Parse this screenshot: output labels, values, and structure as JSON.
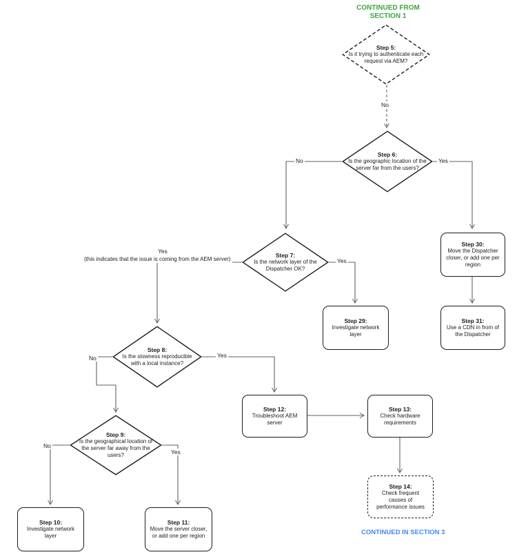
{
  "banners": {
    "top": "CONTINUED FROM SECTION 1",
    "bottom": "CONTINUED IN SECTION 3"
  },
  "colors": {
    "section_link_green": "#3fa43f",
    "section_link_blue": "#4285f4",
    "shape_border": "#1b1b1b",
    "connector": "#616161"
  },
  "nodes": {
    "step5": {
      "title": "Step 5:",
      "text": "Is it trying to authenticate each request via AEM?",
      "shape": "decision",
      "border": "dashed"
    },
    "step6": {
      "title": "Step 6:",
      "text": "Is the geographic location of the server far from the users?",
      "shape": "decision",
      "border": "solid"
    },
    "step7": {
      "title": "Step 7:",
      "text": "Is the network layer of the Dispatcher OK?",
      "shape": "decision",
      "border": "solid"
    },
    "step8": {
      "title": "Step 8:",
      "text": "Is the slowness reproducible with a local instance?",
      "shape": "decision",
      "border": "solid"
    },
    "step9": {
      "title": "Step 9:",
      "text": "Is the geographical location of the server far away from the users?",
      "shape": "decision",
      "border": "solid"
    },
    "step10": {
      "title": "Step 10:",
      "text": "Investigate network layer",
      "shape": "process",
      "border": "solid"
    },
    "step11": {
      "title": "Step 11:",
      "text": "Move the server closer, or add one per region",
      "shape": "process",
      "border": "solid"
    },
    "step12": {
      "title": "Step 12:",
      "text": "Troubleshoot AEM server",
      "shape": "process",
      "border": "solid"
    },
    "step13": {
      "title": "Step 13:",
      "text": "Check hardware requirements",
      "shape": "process",
      "border": "solid"
    },
    "step14": {
      "title": "Step 14:",
      "text": "Check frequent causes of performance issues",
      "shape": "process",
      "border": "dashed"
    },
    "step29": {
      "title": "Step 29:",
      "text": "Investigate network layer",
      "shape": "process",
      "border": "solid"
    },
    "step30": {
      "title": "Step 30:",
      "text": "Move the Dispatcher closer, or add one per region",
      "shape": "process",
      "border": "solid"
    },
    "step31": {
      "title": "Step 31:",
      "text": "Use a CDN in from of the Dispatcher",
      "shape": "process",
      "border": "solid"
    }
  },
  "edges": {
    "step5_to_step6": {
      "label": "No"
    },
    "step6_to_step7": {
      "label": "No"
    },
    "step6_to_step30": {
      "label": "Yes"
    },
    "step7_to_step29": {
      "label": "Yes"
    },
    "step7_to_step8": {
      "label": "Yes",
      "note": "(this indicates that the issue is coming from the AEM server)"
    },
    "step8_to_step9": {
      "label": "No"
    },
    "step8_to_step12": {
      "label": "Yes"
    },
    "step9_to_step10": {
      "label": "No"
    },
    "step9_to_step11": {
      "label": "Yes"
    },
    "step30_to_step31": {
      "label": ""
    },
    "step12_to_step13": {
      "label": ""
    },
    "step13_to_step14": {
      "label": ""
    }
  }
}
